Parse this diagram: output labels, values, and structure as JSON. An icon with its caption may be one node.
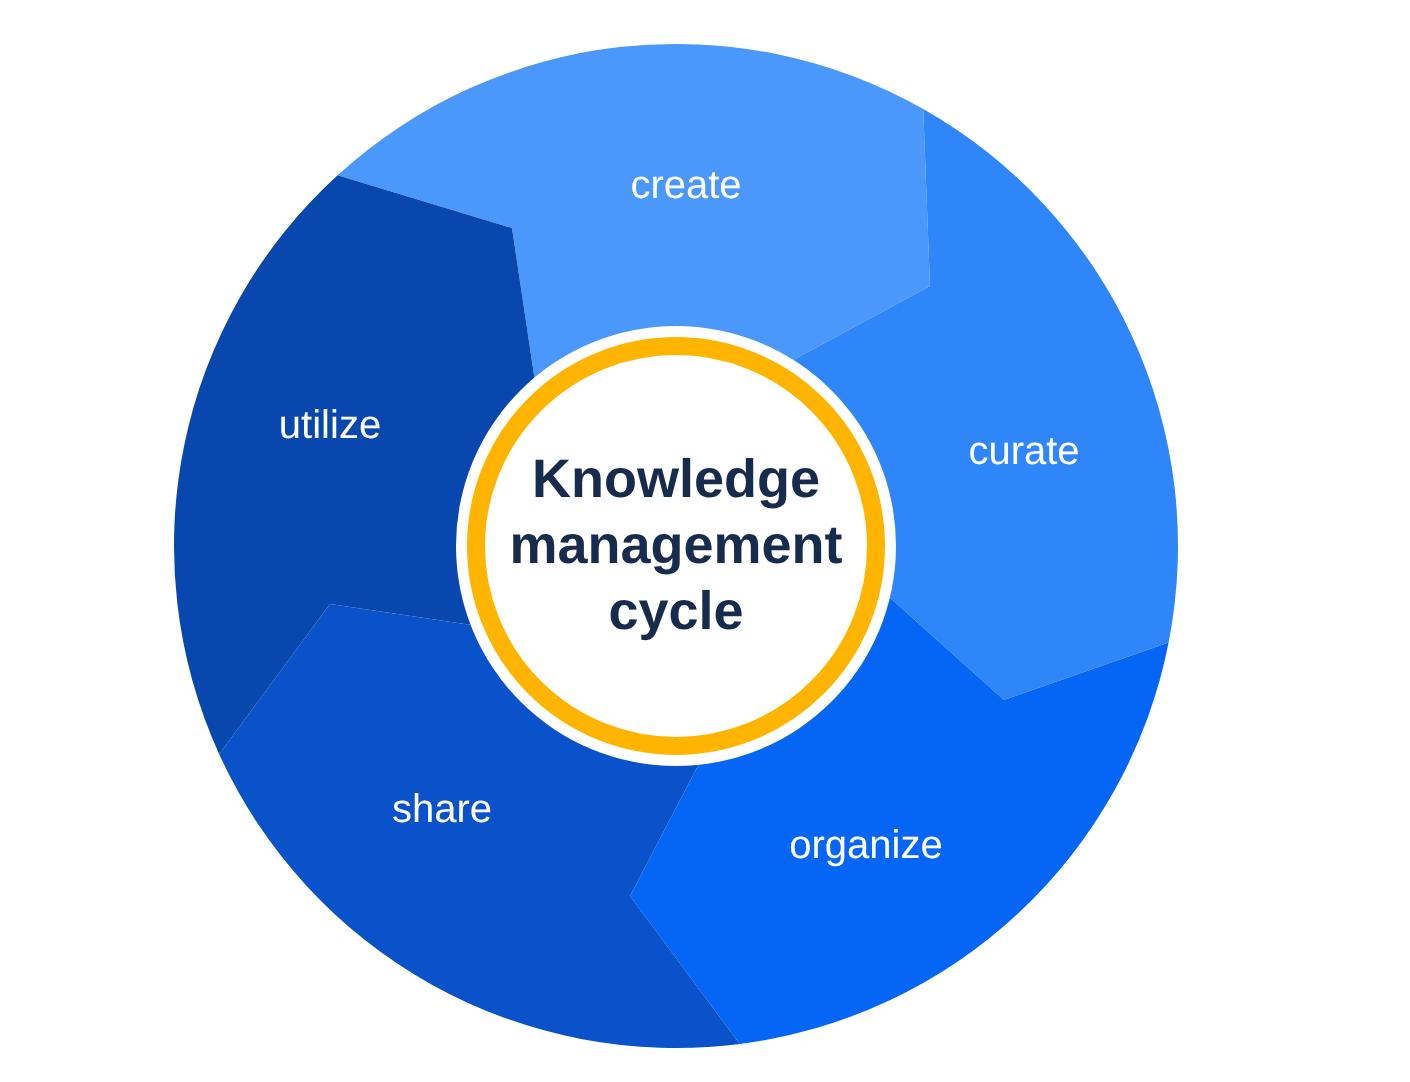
{
  "diagram": {
    "nodes": [
      {
        "text": [
          "Knowledge management cycle"
        ]
      },
      {
        "text": [
          "create"
        ]
      },
      {
        "text": [
          "curate"
        ]
      },
      {
        "text": [
          "organize"
        ]
      },
      {
        "text": [
          "share"
        ]
      },
      {
        "text": [
          "utilize"
        ]
      }
    ]
  }
}
